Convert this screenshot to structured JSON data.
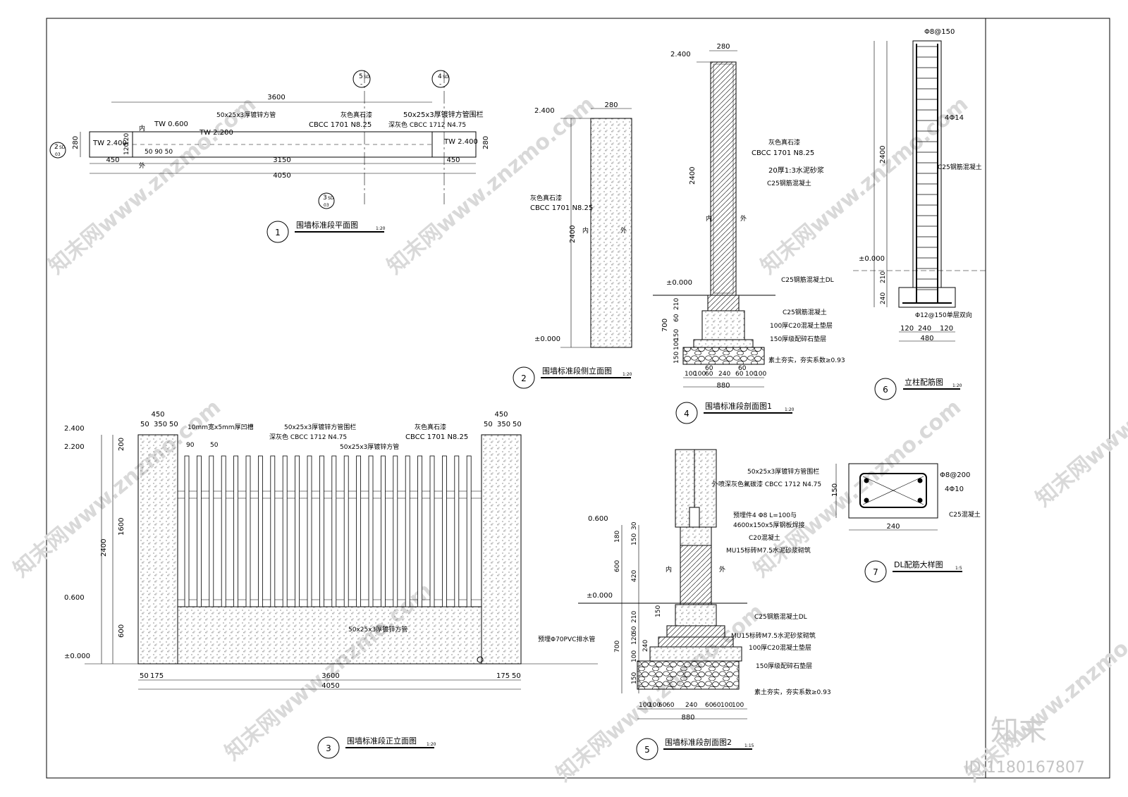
{
  "views": {
    "v1": {
      "num": "1",
      "title": "围墙标准段平面图",
      "scale": "1:20",
      "dims": {
        "total_top": "3600",
        "total_bottom": "4050",
        "mid": "3150",
        "end_l": "450",
        "end_r": "450",
        "h280": "280",
        "h120a": "120",
        "h120b": "120",
        "small": "50 90 50"
      },
      "labels": {
        "tw1": "TW 2.400",
        "tw2": "TW 0.600",
        "tw3": "TW 2.200",
        "tw4": "TW 2.400",
        "rail": "50x25x3厚镀锌方管",
        "stone": "灰色真石漆",
        "stone_code": "CBCC 1701 N8.25",
        "rail2": "50x25x3厚镀锌方管围栏",
        "rail2_color": "深灰色 CBCC 1712 N4.75",
        "in": "内",
        "out": "外"
      },
      "markers": [
        {
          "top": "5",
          "sub": "SD",
          "bot": "-"
        },
        {
          "top": "4",
          "sub": "SD",
          "bot": "-"
        },
        {
          "top": "3",
          "sub": "SD",
          "bot": "03"
        },
        {
          "top": "2",
          "sub": "SD",
          "bot": "03"
        }
      ]
    },
    "v2": {
      "num": "2",
      "title": "围墙标准段侧立面图",
      "scale": "1:20",
      "dims": {
        "w": "280",
        "h": "2400"
      },
      "labels": {
        "top": "2.400",
        "bot": "±0.000",
        "stone": "灰色真石漆",
        "stone_code": "CBCC 1701 N8.25",
        "in": "内",
        "out": "外"
      }
    },
    "v3": {
      "num": "3",
      "title": "围墙标准段正立面图",
      "scale": "1:20",
      "dims": {
        "end_w": "450",
        "parts": [
          "50",
          "350",
          "50"
        ],
        "groove": "10mm宽x5mm厚凹槽",
        "gap": "90",
        "bar": "50",
        "h200": "200",
        "h1600": "1600",
        "h2400": "2400",
        "h600": "600",
        "b1": "50",
        "b2": "175",
        "b3": "3600",
        "b4": "175",
        "b5": "50",
        "total": "4050"
      },
      "levels": [
        "2.400",
        "2.200",
        "0.600",
        "±0.000"
      ],
      "labels": {
        "rail_top": "50x25x3厚镀锌方管围栏",
        "rail_color": "深灰色 CBCC 1712 N4.75",
        "stone": "灰色真石漆",
        "stone_code": "CBCC 1701 N8.25",
        "rail_bar": "50x25x3厚镀锌方管",
        "rail_bottom": "50x25x3厚镀锌方管",
        "pipe": "预埋Φ70PVC排水管"
      }
    },
    "v4": {
      "num": "4",
      "title": "围墙标准段剖面图1",
      "scale": "1:20",
      "dims": {
        "top_w": "280",
        "h2400": "2400",
        "h700": "700",
        "h210": "210",
        "h60": "60",
        "h150": "150",
        "h100": "100",
        "h150b": "150",
        "bot": [
          "100",
          "100",
          "60",
          "240",
          "60",
          "100",
          "100"
        ],
        "bot_total": "880",
        "b60a": "60",
        "b60b": "60"
      },
      "levels": [
        "2.400",
        "±0.000"
      ],
      "labels": {
        "stone": "灰色真石漆",
        "stone_code": "CBCC 1701 N8.25",
        "mortar": "20厚1:3水泥砂浆",
        "c25": "C25钢筋混凝土",
        "dl": "C25钢筋混凝土DL",
        "c25b": "C25钢筋混凝土",
        "c20": "100厚C20混凝土垫层",
        "gravel": "150厚级配碎石垫层",
        "soil": "素土夯实，夯实系数≥0.93",
        "in": "内",
        "out": "外"
      }
    },
    "v5": {
      "num": "5",
      "title": "围墙标准段剖面图2",
      "scale": "1:15",
      "dims": {
        "h30": "30",
        "h150": "150",
        "h180": "180",
        "h600": "600",
        "h420": "420",
        "h210": "210",
        "h150b": "150",
        "h60": "60",
        "h120": "120",
        "h700": "700",
        "h240": "240",
        "h100": "100",
        "h150c": "150",
        "bot": [
          "100",
          "100",
          "60",
          "60",
          "240",
          "60",
          "60",
          "100",
          "100"
        ],
        "bot_total": "880"
      },
      "levels": [
        "0.600",
        "±0.000"
      ],
      "labels": {
        "rail": "50x25x3厚镀锌方管围栏",
        "rail_color": "外喷深灰色氟碳漆 CBCC 1712 N4.75",
        "embed": "预埋件4 Φ8 L=100与",
        "plate": "4600x150x5厚钢板焊接",
        "c20": "C20混凝土",
        "brick": "MU15标砖M7.5水泥砂浆砌筑",
        "dl": "C25钢筋混凝土DL",
        "brick2": "MU15标砖M7.5水泥砂浆砌筑",
        "c20b": "100厚C20混凝土垫层",
        "gravel": "150厚级配碎石垫层",
        "soil": "素土夯实，夯实系数≥0.93",
        "in": "内",
        "out": "外"
      }
    },
    "v6": {
      "num": "6",
      "title": "立柱配筋图",
      "scale": "1:20",
      "dims": {
        "h2400": "2400",
        "h210": "210",
        "h240": "240",
        "b": [
          "120",
          "240",
          "120"
        ],
        "total": "480"
      },
      "levels": [
        "±0.000"
      ],
      "labels": {
        "stirrup": "Φ8@150",
        "main": "4Φ14",
        "concrete": "C25钢筋混凝土",
        "base": "Φ12@150单层双向"
      }
    },
    "v7": {
      "num": "7",
      "title": "DL配筋大样图",
      "scale": "1:5",
      "dims": {
        "h": "150",
        "w": "240"
      },
      "labels": {
        "stirrup": "Φ8@200",
        "main": "4Φ10",
        "concrete": "C25混凝土"
      }
    }
  },
  "watermark": {
    "text": "知末网www.znzmo.com",
    "brand": "知末",
    "id": "ID:1180167807"
  }
}
